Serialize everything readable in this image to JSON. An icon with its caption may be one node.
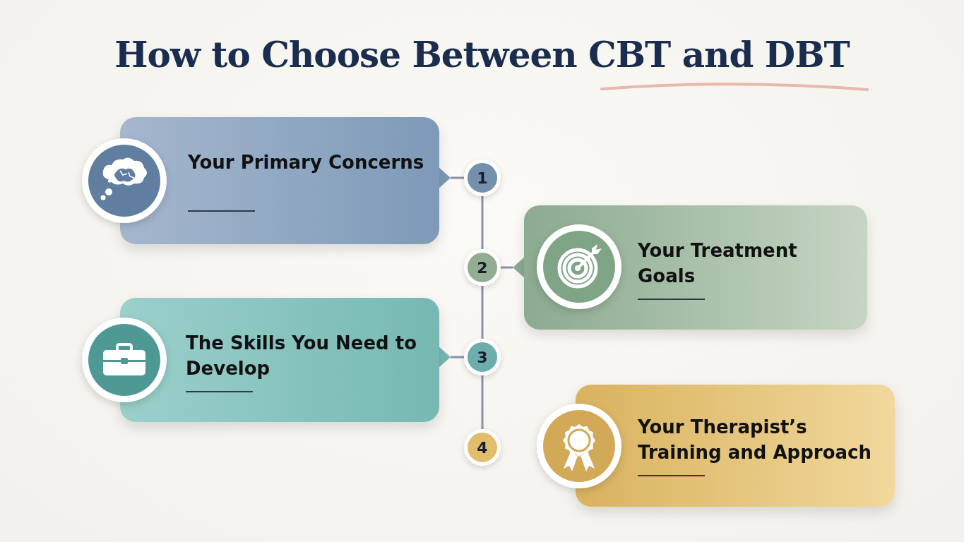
{
  "diagram": {
    "title": "How to Choose Between CBT and DBT",
    "nodes": [
      {
        "text": [
          "Your Primary Concerns"
        ]
      },
      {
        "text": [
          "1"
        ]
      },
      {
        "text": [
          "2"
        ]
      },
      {
        "text": [
          "Your Treatment Goals"
        ]
      },
      {
        "text": [
          "The Skills You Need to Develop"
        ]
      },
      {
        "text": [
          "3"
        ]
      },
      {
        "text": [
          "4"
        ]
      },
      {
        "text": [
          "Your Therapist’s Training and Approach"
        ]
      }
    ],
    "edges": [
      {
        "from": 0,
        "to": 1,
        "arrow": "none"
      },
      {
        "from": 1,
        "to": 2,
        "arrow": "none"
      },
      {
        "from": 3,
        "to": 2,
        "arrow": "none"
      },
      {
        "from": 2,
        "to": 5,
        "arrow": "none"
      },
      {
        "from": 4,
        "to": 5,
        "arrow": "none"
      },
      {
        "from": 5,
        "to": 6,
        "arrow": "none"
      }
    ]
  }
}
